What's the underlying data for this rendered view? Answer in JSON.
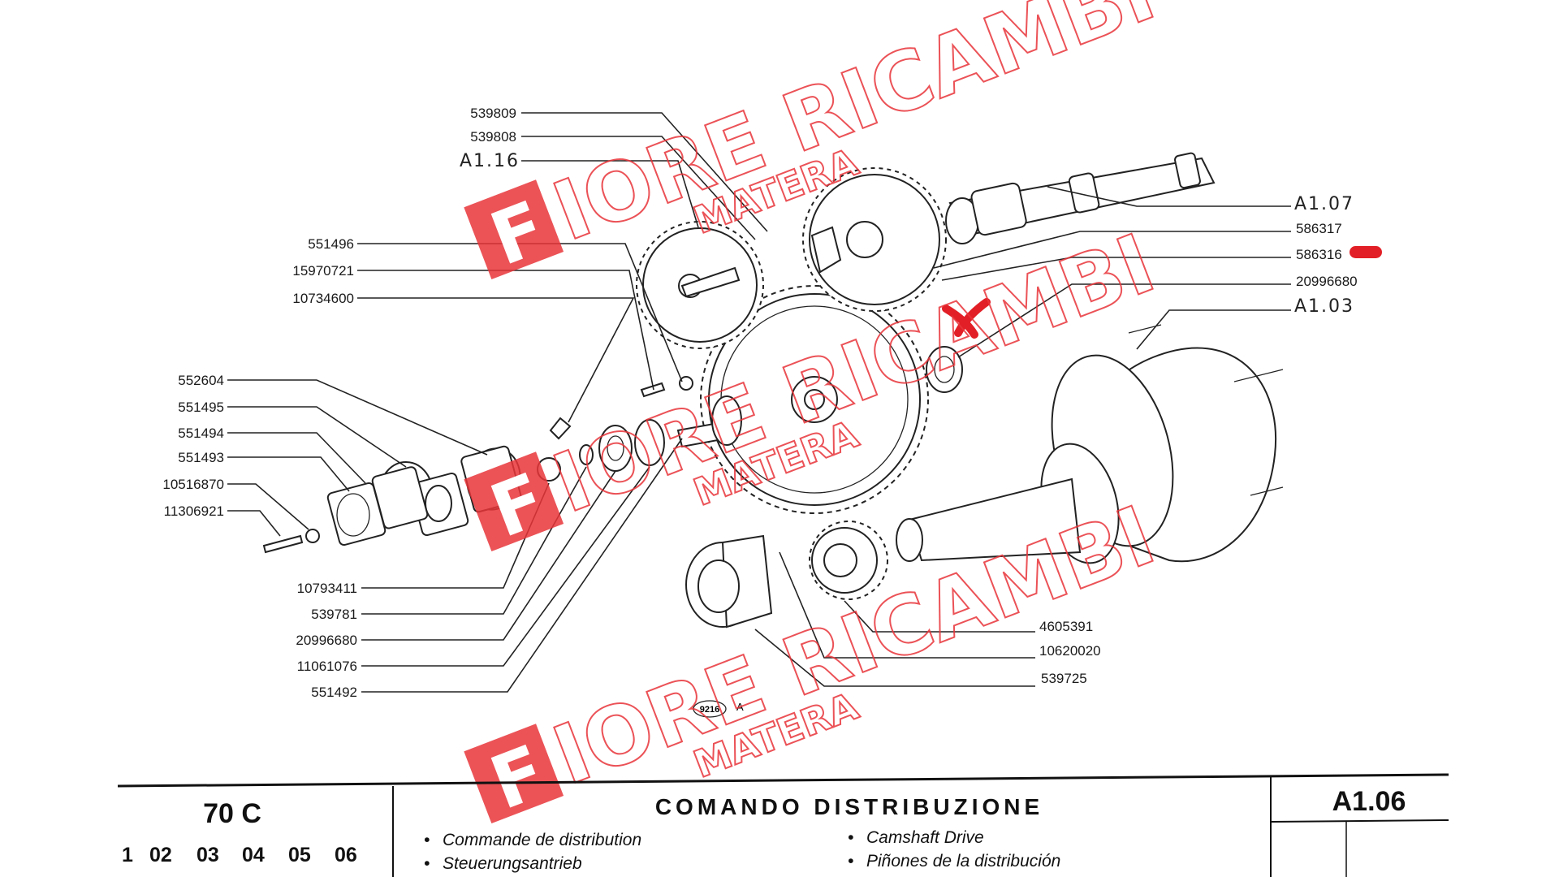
{
  "diagram": {
    "labels_top": [
      "539809",
      "539808",
      "A1.16"
    ],
    "labels_left_upper": [
      "551496",
      "15970721",
      "10734600"
    ],
    "labels_left_mid": [
      "552604",
      "551495",
      "551494",
      "551493",
      "10516870",
      "11306921"
    ],
    "labels_left_lower": [
      "10793411",
      "539781",
      "20996680",
      "11061076",
      "551492"
    ],
    "labels_right": [
      "A1.07",
      "586317",
      "586316",
      "20996680",
      "A1.03"
    ],
    "labels_bottom_right": [
      "4605391",
      "10620020",
      "539725"
    ],
    "drawing_code": "9216",
    "drawing_suffix": "A",
    "highlight_color": "#e21f26"
  },
  "watermark": {
    "brand": "FIORE RICAMBI",
    "city": "MATERA",
    "logo_letter": "F",
    "color": "#e8353a"
  },
  "title_block": {
    "model": "70 C",
    "versions": [
      "1",
      "02",
      "03",
      "04",
      "05",
      "06"
    ],
    "title": "COMANDO DISTRIBUZIONE",
    "translations": [
      "Commande de distribution",
      "Steuerungsantrieb",
      "Camshaft Drive",
      "Piñones de la distribución"
    ],
    "page_code": "A1.06"
  }
}
